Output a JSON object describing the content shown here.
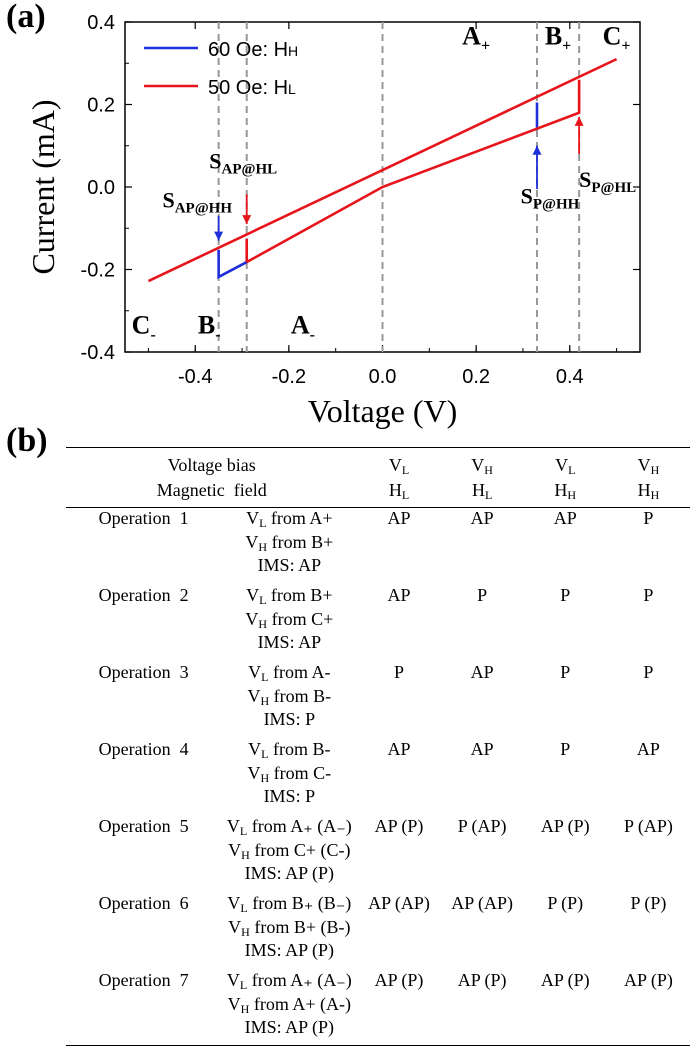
{
  "panel_labels": {
    "a": "(a)",
    "b": "(b)"
  },
  "chart_data": {
    "type": "line",
    "xlabel": "Voltage (V)",
    "ylabel": "Current (mA)",
    "xlim": [
      -0.55,
      0.55
    ],
    "ylim": [
      -0.4,
      0.4
    ],
    "x_ticks": [
      "-0.4",
      "-0.2",
      "0.0",
      "0.2",
      "0.4"
    ],
    "x_tick_values": [
      -0.4,
      -0.2,
      0.0,
      0.2,
      0.4
    ],
    "y_ticks": [
      "0.4",
      "0.2",
      "0.0",
      "-0.2",
      "-0.4"
    ],
    "y_tick_values": [
      0.4,
      0.2,
      0.0,
      -0.2,
      -0.4
    ],
    "dashed_vlines": [
      -0.35,
      -0.29,
      0.0,
      0.33,
      0.42
    ],
    "legend": [
      {
        "label": "60 Oe: H",
        "sub": "H",
        "color": "#1f2fd9"
      },
      {
        "label": "50 Oe: H",
        "sub": "L",
        "color": "#e8141c"
      }
    ],
    "series": [
      {
        "name": "60 Oe: HH",
        "color": "#1f2fd9",
        "segments": [
          {
            "x": [
              -0.35,
              -0.35,
              -0.29
            ],
            "y": [
              -0.152,
              -0.218,
              -0.182
            ]
          },
          {
            "x": [
              0.33,
              0.33
            ],
            "y": [
              0.205,
              0.138
            ]
          }
        ]
      },
      {
        "name": "50 Oe: HL",
        "color": "#e8141c",
        "segments": [
          {
            "x": [
              -0.5,
              0.5
            ],
            "y": [
              -0.228,
              0.31
            ]
          },
          {
            "x": [
              -0.29,
              0.0,
              0.42,
              0.42
            ],
            "y": [
              -0.182,
              0.0,
              0.18,
              0.26
            ]
          },
          {
            "x": [
              -0.29,
              -0.29
            ],
            "y": [
              -0.126,
              -0.182
            ]
          }
        ]
      }
    ],
    "region_labels": [
      {
        "main": "A",
        "sub": "+",
        "x": 0.2,
        "y": 0.345
      },
      {
        "main": "B",
        "sub": "+",
        "x": 0.375,
        "y": 0.345
      },
      {
        "main": "C",
        "sub": "+",
        "x": 0.5,
        "y": 0.345
      },
      {
        "main": "C",
        "sub": "-",
        "x": -0.51,
        "y": -0.355
      },
      {
        "main": "B",
        "sub": "-",
        "x": -0.37,
        "y": -0.355
      },
      {
        "main": "A",
        "sub": "-",
        "x": -0.17,
        "y": -0.355
      }
    ],
    "annotations": [
      {
        "main": "S",
        "sub": "AP@HH",
        "x": -0.47,
        "y": -0.05,
        "arrow_color": "#1f2fd9",
        "arrow_from": [
          -0.35,
          -0.07
        ],
        "arrow_to": [
          -0.35,
          -0.13
        ]
      },
      {
        "main": "S",
        "sub": "AP@HL",
        "x": -0.37,
        "y": 0.045,
        "arrow_color": "#e8141c",
        "arrow_from": [
          -0.29,
          -0.018
        ],
        "arrow_to": [
          -0.29,
          -0.09
        ]
      },
      {
        "main": "S",
        "sub": "P@HH",
        "x": 0.295,
        "y": -0.04,
        "arrow_color": "#1f2fd9",
        "arrow_from": [
          0.33,
          -0.005
        ],
        "arrow_to": [
          0.33,
          0.1
        ]
      },
      {
        "main": "S",
        "sub": "P@HL",
        "x": 0.42,
        "y": 0.0,
        "arrow_color": "#e8141c",
        "arrow_from": [
          0.42,
          0.08
        ],
        "arrow_to": [
          0.42,
          0.17
        ]
      }
    ]
  },
  "table": {
    "header_row1": {
      "label": "Voltage bias",
      "cols": [
        {
          "m": "V",
          "s": "L"
        },
        {
          "m": "V",
          "s": "H"
        },
        {
          "m": "V",
          "s": "L"
        },
        {
          "m": "V",
          "s": "H"
        }
      ]
    },
    "header_row2": {
      "label": "Magnetic  field",
      "cols": [
        {
          "m": "H",
          "s": "L"
        },
        {
          "m": "H",
          "s": "L"
        },
        {
          "m": "H",
          "s": "H"
        },
        {
          "m": "H",
          "s": "H"
        }
      ]
    },
    "rows": [
      {
        "op": "Operation  1",
        "cond": [
          {
            "m": "V",
            "s": "L",
            "t": " from A+"
          },
          {
            "m": "V",
            "s": "H",
            "t": " from B+"
          },
          {
            "m": "",
            "s": "",
            "t": "IMS: AP"
          }
        ],
        "values": [
          "AP",
          "AP",
          "AP",
          "P"
        ]
      },
      {
        "op": "Operation  2",
        "cond": [
          {
            "m": "V",
            "s": "L",
            "t": " from B+"
          },
          {
            "m": "V",
            "s": "H",
            "t": " from C+"
          },
          {
            "m": "",
            "s": "",
            "t": "IMS: AP"
          }
        ],
        "values": [
          "AP",
          "P",
          "P",
          "P"
        ]
      },
      {
        "op": "Operation  3",
        "cond": [
          {
            "m": "V",
            "s": "L",
            "t": " from A-"
          },
          {
            "m": "V",
            "s": "H",
            "t": " from B-"
          },
          {
            "m": "",
            "s": "",
            "t": "IMS: P"
          }
        ],
        "values": [
          "P",
          "AP",
          "P",
          "P"
        ]
      },
      {
        "op": "Operation  4",
        "cond": [
          {
            "m": "V",
            "s": "L",
            "t": " from B-"
          },
          {
            "m": "V",
            "s": "H",
            "t": " from C-"
          },
          {
            "m": "",
            "s": "",
            "t": "IMS: P"
          }
        ],
        "values": [
          "AP",
          "AP",
          "P",
          "AP"
        ]
      },
      {
        "op": "Operation  5",
        "cond": [
          {
            "m": "V",
            "s": "L",
            "t": " from A₊ (A₋)"
          },
          {
            "m": "V",
            "s": "H",
            "t": " from C+ (C-)"
          },
          {
            "m": "",
            "s": "",
            "t": "IMS: AP (P)"
          }
        ],
        "values": [
          "AP (P)",
          "P (AP)",
          "AP (P)",
          "P (AP)"
        ]
      },
      {
        "op": "Operation  6",
        "cond": [
          {
            "m": "V",
            "s": "L",
            "t": " from B₊ (B₋)"
          },
          {
            "m": "V",
            "s": "H",
            "t": " from B+ (B-)"
          },
          {
            "m": "",
            "s": "",
            "t": "IMS: AP (P)"
          }
        ],
        "values": [
          "AP (AP)",
          "AP (AP)",
          "P (P)",
          "P (P)"
        ]
      },
      {
        "op": "Operation  7",
        "cond": [
          {
            "m": "V",
            "s": "L",
            "t": " from A₊ (A₋)"
          },
          {
            "m": "V",
            "s": "H",
            "t": " from A+ (A-)"
          },
          {
            "m": "",
            "s": "",
            "t": "IMS: AP (P)"
          }
        ],
        "values": [
          "AP (P)",
          "AP (P)",
          "AP (P)",
          "AP (P)"
        ]
      }
    ]
  }
}
